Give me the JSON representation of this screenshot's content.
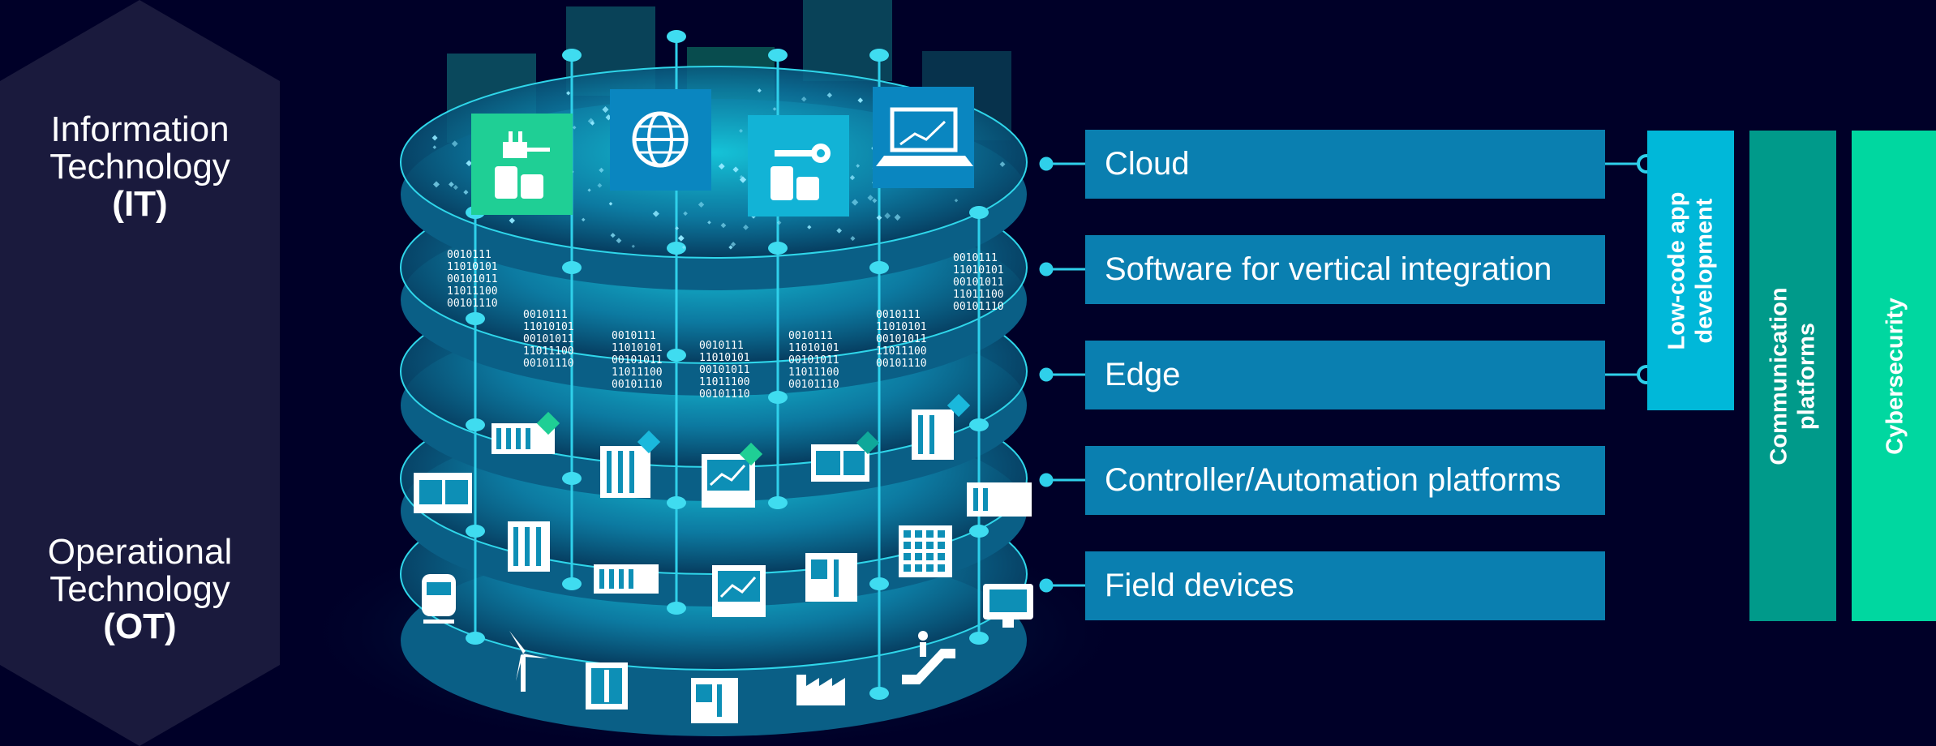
{
  "left_labels": {
    "it": {
      "line1": "Information",
      "line2": "Technology",
      "abbr": "(IT)"
    },
    "ot": {
      "line1": "Operational",
      "line2": "Technology",
      "abbr": "(OT)"
    }
  },
  "layers": [
    {
      "label": "Cloud"
    },
    {
      "label": "Software for vertical integration"
    },
    {
      "label": "Edge"
    },
    {
      "label": "Controller/Automation platforms"
    },
    {
      "label": "Field devices"
    }
  ],
  "vertical_bars": {
    "lowcode": {
      "line1": "Low-code app",
      "line2": "development",
      "color": "#00b8d9"
    },
    "communication": {
      "line1": "Communication",
      "line2": "platforms",
      "color": "#009a8a"
    },
    "cybersecurity": {
      "label": "Cybersecurity",
      "color": "#00d7a0"
    }
  },
  "binary_blocks": [
    "0010111\n11010101\n00101011\n11011100\n00101110",
    "0010111\n11010101\n00101011\n11011100\n00101110",
    "0010111\n11010101\n00101011\n11011100\n00101110",
    "0010111\n11010101\n00101011\n11011100\n00101110",
    "0010111\n11010101\n00101011\n11011100\n00101110",
    "0010111\n11010101\n00101011\n11011100\n00101110",
    "0010111\n11010101\n00101011\n11011100\n00101110"
  ],
  "icons": {
    "cloud": [
      "plug-coins-icon",
      "globe-icon",
      "wrench-coins-icon",
      "laptop-chart-icon"
    ],
    "controller": [
      "plc-module-icon",
      "plc-rack-icon",
      "hmi-chart-icon",
      "io-module-icon",
      "controller-module-icon",
      "din-module-icon",
      "drive-module-icon"
    ],
    "field": [
      "train-icon",
      "cabinet-icon",
      "io-rail-icon",
      "monitor-chart-icon",
      "drive-unit-icon",
      "keypad-panel-icon",
      "operator-panel-icon",
      "wind-turbine-icon",
      "elevator-icon",
      "drive-unit-icon",
      "factory-icon",
      "escalator-icon"
    ]
  },
  "colors": {
    "background": "#000028",
    "layer_box": "#0a7fb0",
    "it_tile_green": "#1fcf95",
    "it_tile_blue": "#0a86c0",
    "disc_glow": "#10c8e0"
  }
}
